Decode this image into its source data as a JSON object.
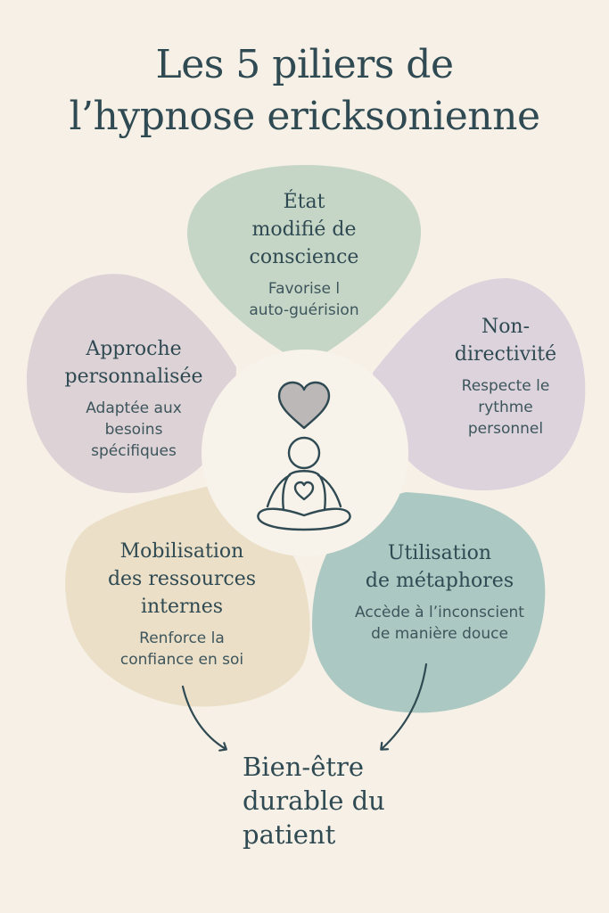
{
  "title": [
    "Les 5 piliers de",
    "l’hypnose ericksonienne"
  ],
  "pillars": [
    {
      "title": [
        "État",
        "modifié de",
        "conscience"
      ],
      "desc": [
        "Favorise l",
        "auto-guérision"
      ],
      "color": "#c6d6c6"
    },
    {
      "title": [
        "Non-",
        "directivité"
      ],
      "desc": [
        "Respecte le",
        "rythme",
        "personnel"
      ],
      "color": "#dcd3dc"
    },
    {
      "title": [
        "Utilisation",
        "de métaphores"
      ],
      "desc": [
        "Accède à l’inconscient",
        "de manière douce"
      ],
      "color": "#acc8c2"
    },
    {
      "title": [
        "Mobilisation",
        "des ressources",
        "internes"
      ],
      "desc": [
        "Renforce la",
        "confiance en soi"
      ],
      "color": "#ebdfc7"
    },
    {
      "title": [
        "Approche",
        "personnalisée"
      ],
      "desc": [
        "Adaptée aux",
        "besoins",
        "spécifiques"
      ],
      "color": "#ddd2d6"
    }
  ],
  "center": {
    "icon": "meditating-person-with-heart-icon",
    "heart_color": "#bcb8b8"
  },
  "outcome": [
    "Bien-être",
    "durable du",
    "patient"
  ],
  "colors": {
    "background": "#f6f0e6",
    "ink": "#2f4a52"
  }
}
